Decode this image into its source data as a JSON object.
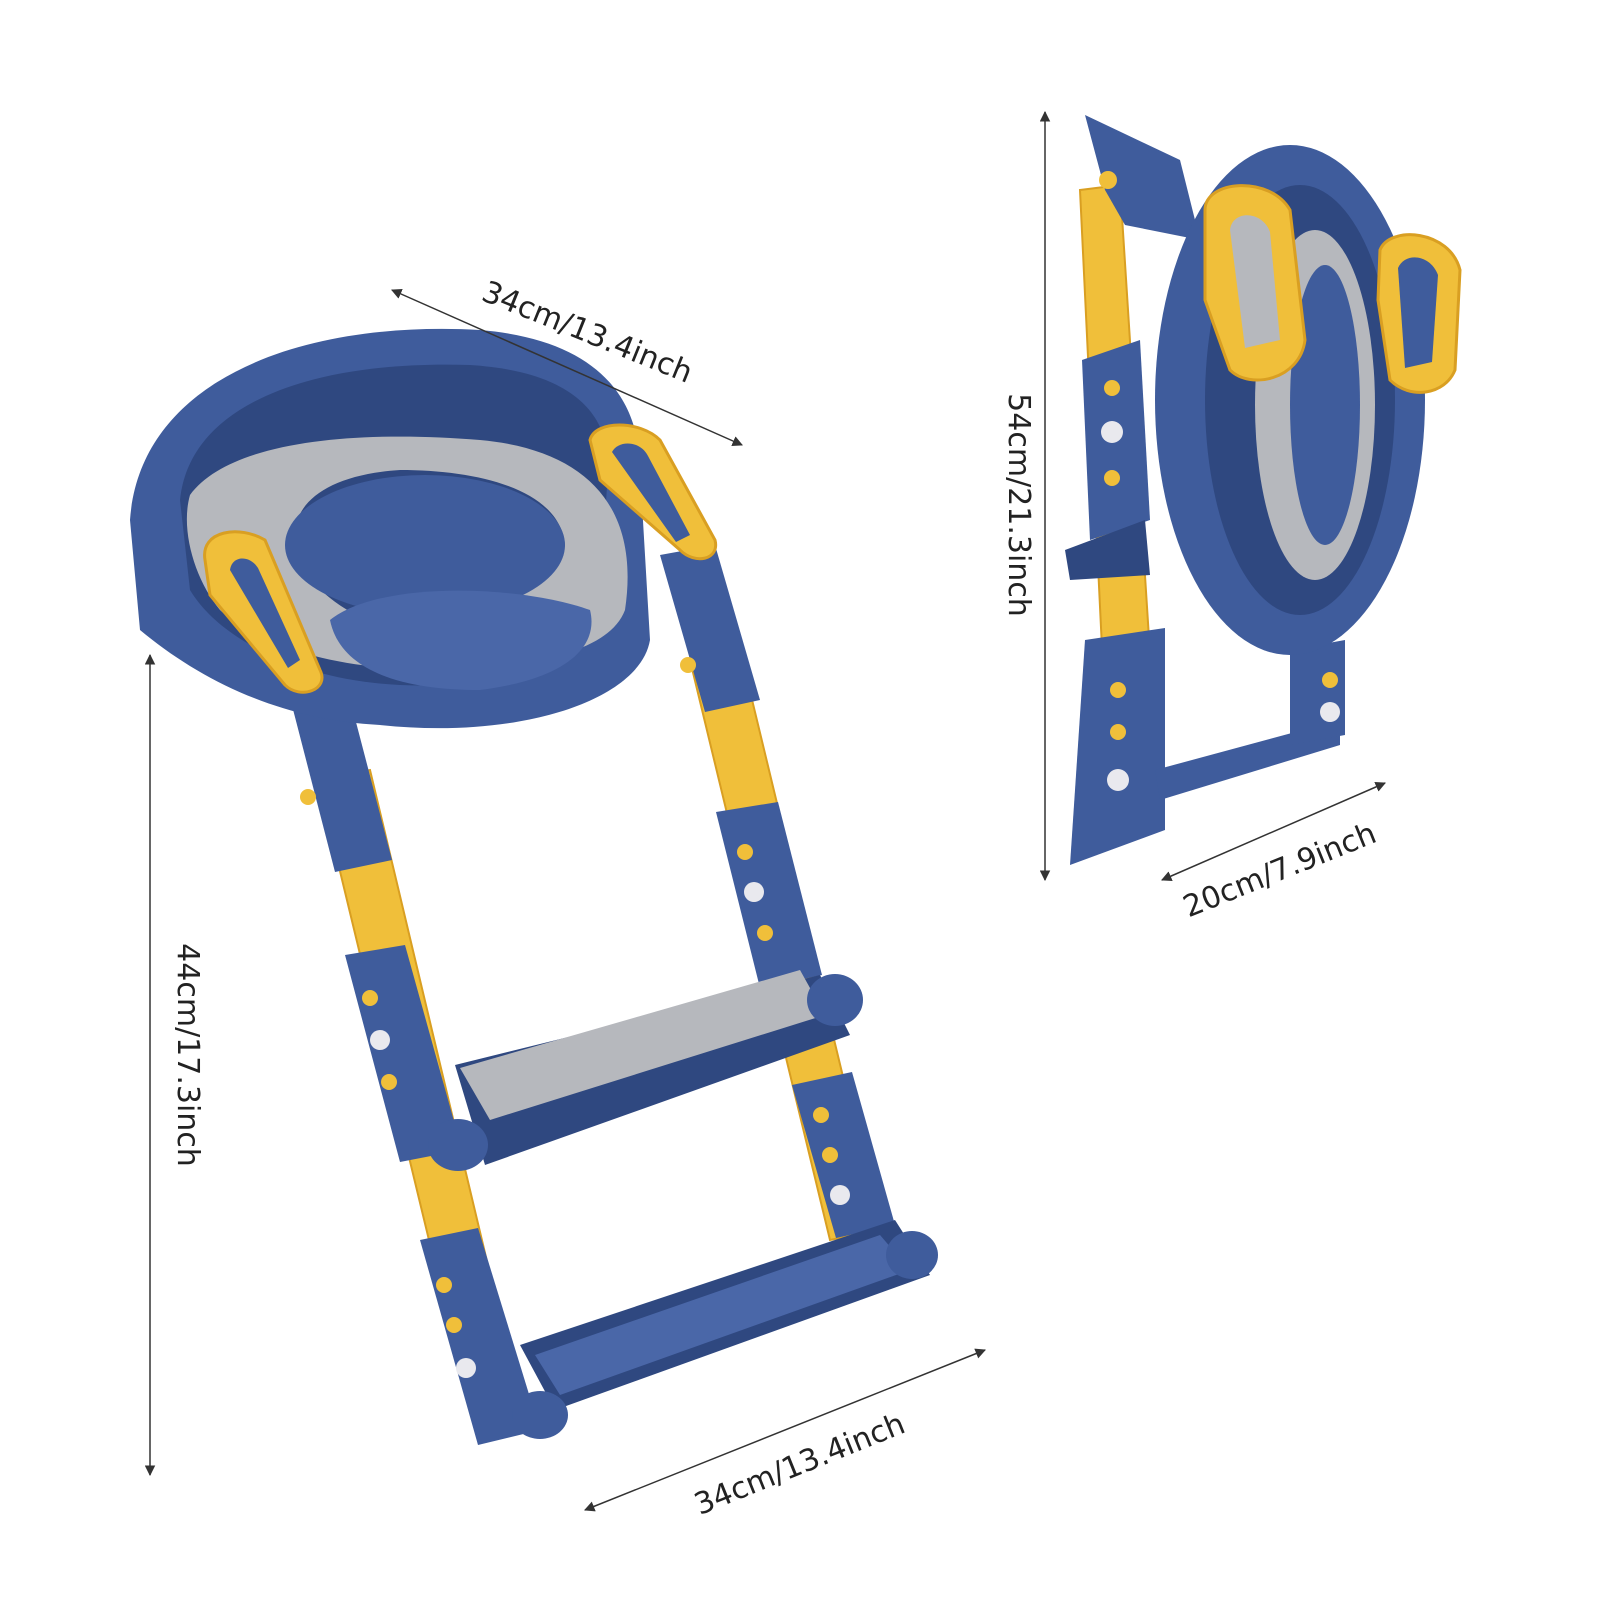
{
  "colors": {
    "navy": "#3f5c9c",
    "navy_dark": "#2f4880",
    "navy_shadow": "#243a6a",
    "yellow": "#f0bf3a",
    "yellow_dark": "#d99f22",
    "gray_pad": "#b6b8bd",
    "gray_pad_dark": "#8d9096",
    "screw": "#e9e9ee",
    "arrow": "#333333"
  },
  "dimensions": {
    "seat_width": "34cm/13.4inch",
    "ladder_height": "44cm/17.3inch",
    "base_width": "34cm/13.4inch",
    "folded_height": "54cm/21.3inch",
    "folded_depth": "20cm/7.9inch"
  }
}
